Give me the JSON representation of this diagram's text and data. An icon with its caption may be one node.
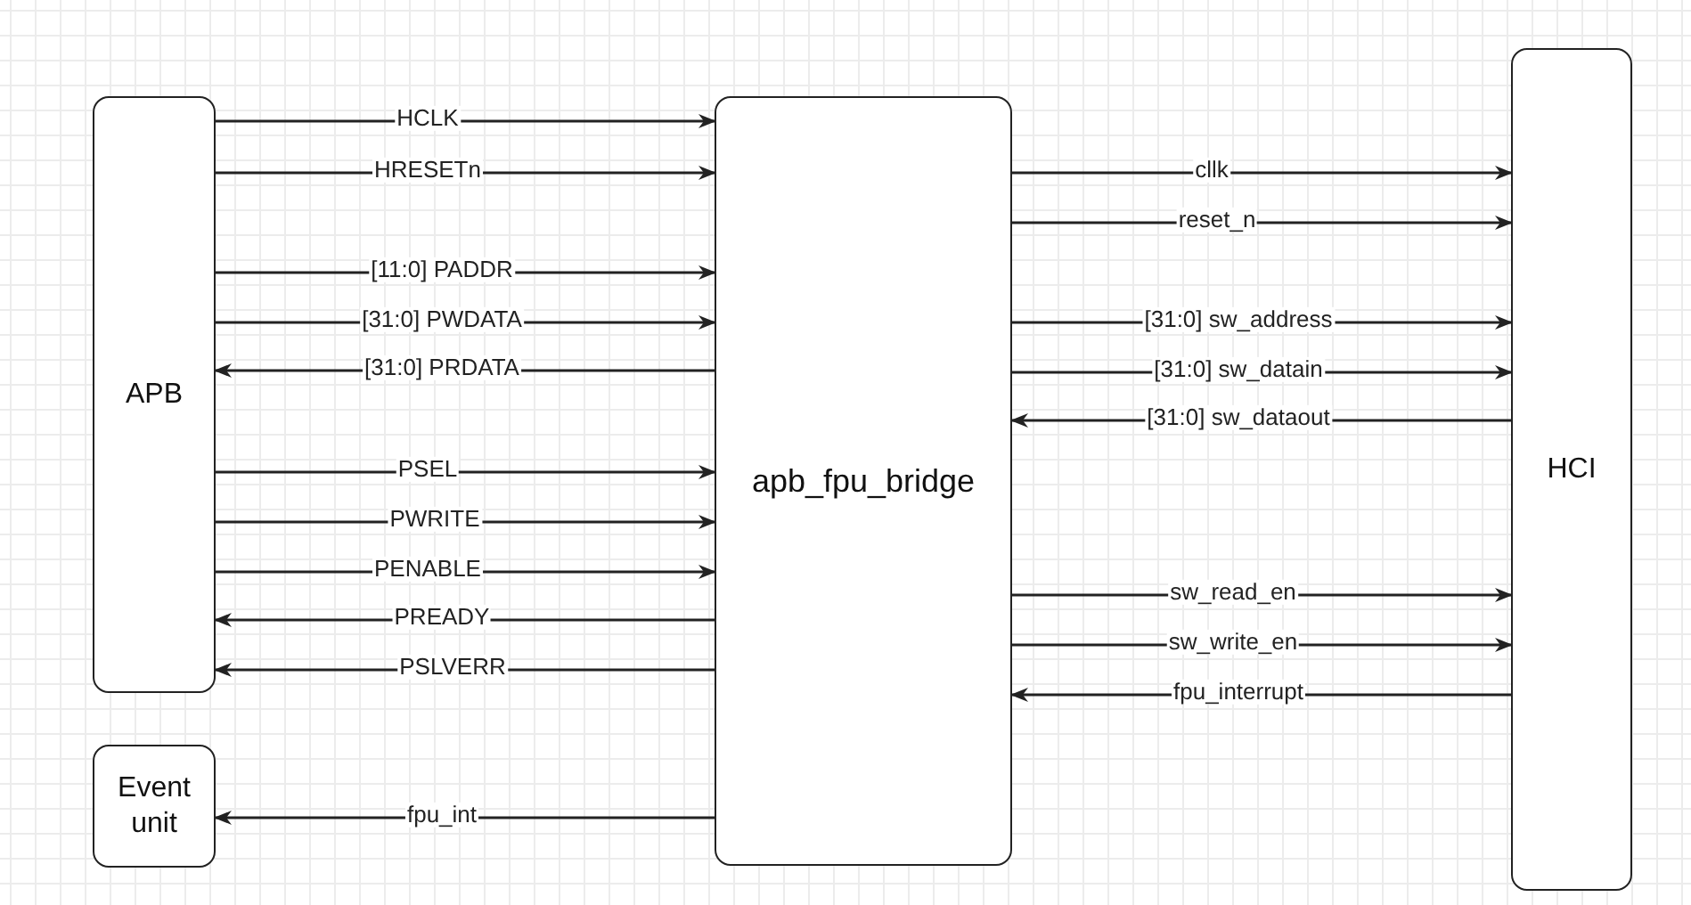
{
  "diagram": {
    "nodes": [
      {
        "text": [
          "APB"
        ]
      },
      {
        "text": [
          "Event unit"
        ]
      },
      {
        "text": [
          "apb_fpu_bridge"
        ]
      },
      {
        "text": [
          "HCI"
        ]
      }
    ],
    "edges": [
      {
        "from": 0,
        "to": 2,
        "label": "HCLK",
        "arrow": "to"
      },
      {
        "from": 0,
        "to": 2,
        "label": "HRESETn",
        "arrow": "to"
      },
      {
        "from": 0,
        "to": 2,
        "label": "[11:0] PADDR",
        "arrow": "to"
      },
      {
        "from": 0,
        "to": 2,
        "label": "[31:0] PWDATA",
        "arrow": "to"
      },
      {
        "from": 2,
        "to": 0,
        "label": "[31:0] PRDATA",
        "arrow": "to"
      },
      {
        "from": 0,
        "to": 2,
        "label": "PSEL",
        "arrow": "to"
      },
      {
        "from": 0,
        "to": 2,
        "label": "PWRITE",
        "arrow": "to"
      },
      {
        "from": 0,
        "to": 2,
        "label": "PENABLE",
        "arrow": "to"
      },
      {
        "from": 2,
        "to": 0,
        "label": "PREADY",
        "arrow": "to"
      },
      {
        "from": 2,
        "to": 0,
        "label": "PSLVERR",
        "arrow": "to"
      },
      {
        "from": 2,
        "to": 1,
        "label": "fpu_int",
        "arrow": "to"
      },
      {
        "from": 2,
        "to": 3,
        "label": "cllk",
        "arrow": "to"
      },
      {
        "from": 2,
        "to": 3,
        "label": "reset_n",
        "arrow": "to"
      },
      {
        "from": 2,
        "to": 3,
        "label": "[31:0] sw_address",
        "arrow": "to"
      },
      {
        "from": 2,
        "to": 3,
        "label": "[31:0] sw_datain",
        "arrow": "to"
      },
      {
        "from": 3,
        "to": 2,
        "label": "[31:0] sw_dataout",
        "arrow": "to"
      },
      {
        "from": 2,
        "to": 3,
        "label": "sw_read_en",
        "arrow": "to"
      },
      {
        "from": 2,
        "to": 3,
        "label": "sw_write_en",
        "arrow": "to"
      },
      {
        "from": 3,
        "to": 2,
        "label": "fpu_interrupt",
        "arrow": "to"
      }
    ]
  }
}
